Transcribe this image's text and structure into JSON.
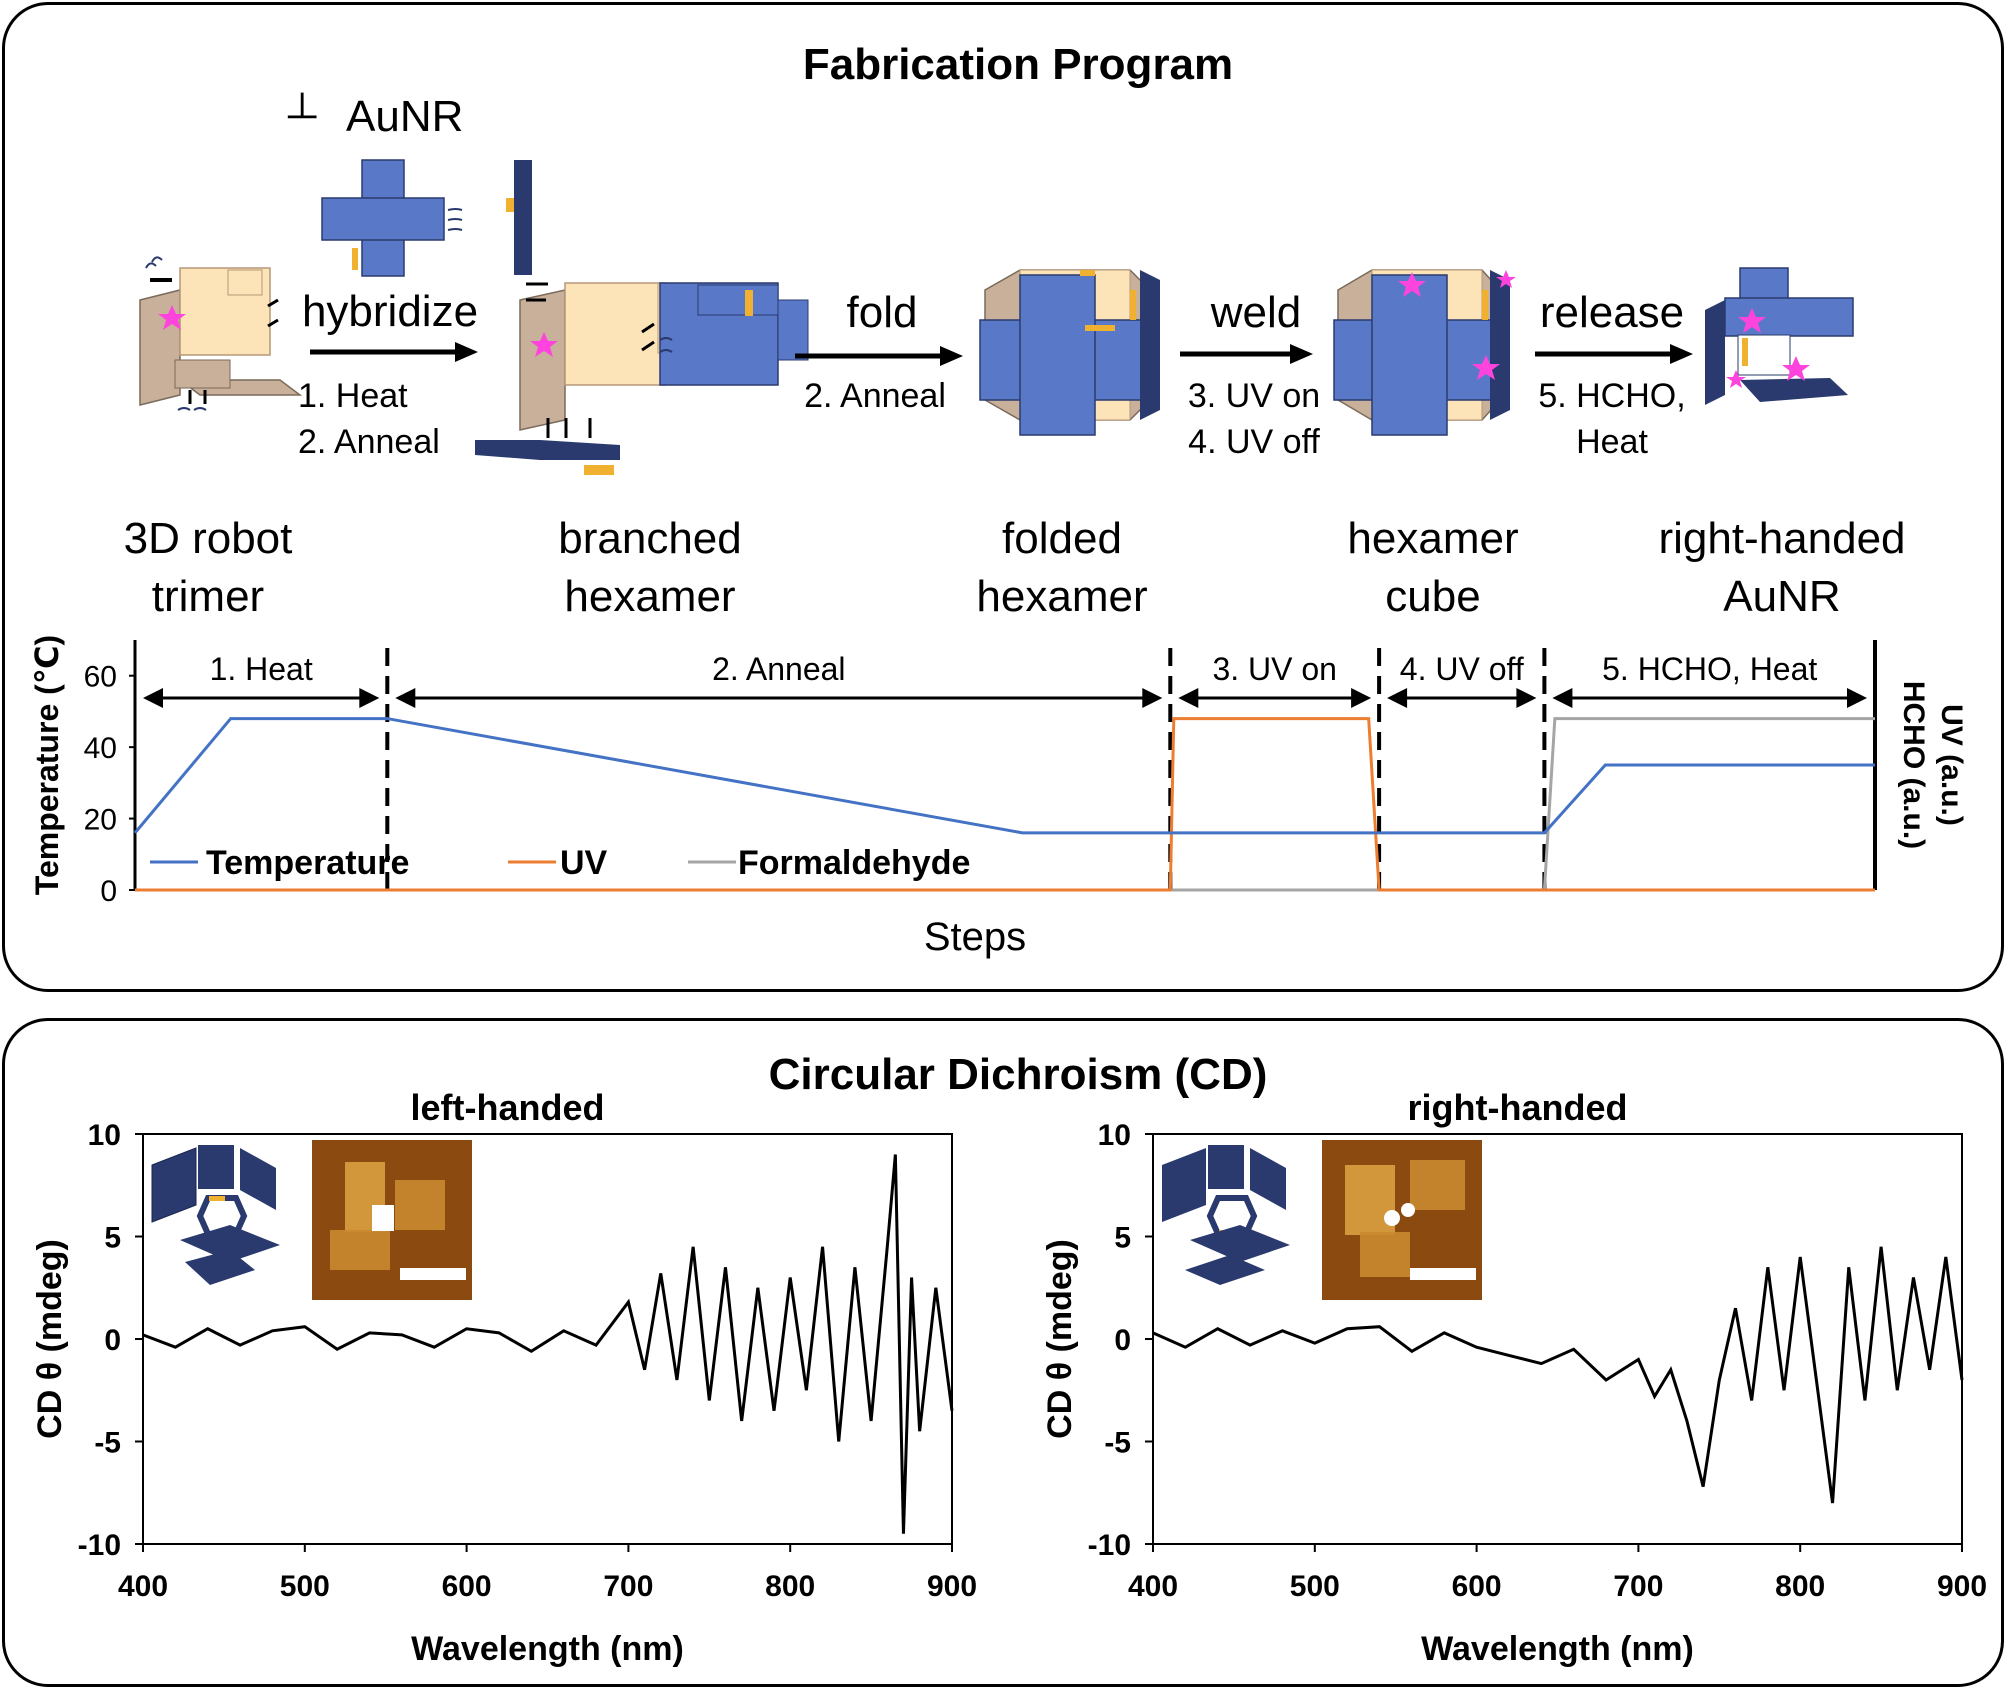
{
  "fabrication": {
    "title": "Fabrication Program",
    "reagent_symbol": "┴",
    "reagent_label": "AuNR",
    "stages": [
      {
        "line1": "3D robot",
        "line2": "trimer"
      },
      {
        "line1": "branched",
        "line2": "hexamer"
      },
      {
        "line1": "folded",
        "line2": "hexamer"
      },
      {
        "line1": "hexamer",
        "line2": "cube"
      },
      {
        "line1": "right-handed",
        "line2": "AuNR"
      }
    ],
    "transitions": [
      {
        "word": "hybridize",
        "step1": "1. Heat",
        "step2": "2. Anneal"
      },
      {
        "word": "fold",
        "step1": "2. Anneal",
        "step2": ""
      },
      {
        "word": "weld",
        "step1": "3. UV on",
        "step2": "4. UV off"
      },
      {
        "word": "release",
        "step1": "5. HCHO,",
        "step2": "Heat"
      }
    ]
  },
  "colors": {
    "temperature": "#4472c4",
    "uv": "#ed7d31",
    "formaldehyde": "#a5a5a5",
    "origami_light": "#fde4b8",
    "origami_tan": "#c9b09a",
    "origami_blue": "#5a78c8",
    "origami_navy": "#2a3a6e",
    "aunr": "#f0b030",
    "dye": "#ff44dd",
    "afm_bg": "#8b4a10"
  },
  "chart_data": [
    {
      "type": "line",
      "xlabel": "Steps",
      "ylabel": "Temperature (℃)",
      "y2label": "UV (a.u.)\nHCHO (a.u.)",
      "y2label_line1": "UV (a.u.)",
      "y2label_line2": "HCHO (a.u.)",
      "ylim": [
        0,
        70
      ],
      "yticks": [
        0,
        20,
        40,
        60
      ],
      "xlim": [
        0,
        100
      ],
      "grid": false,
      "legend": "bottom-left",
      "phases": [
        {
          "label": "1. Heat",
          "start": 0,
          "end": 14.5
        },
        {
          "label": "2. Anneal",
          "start": 14.5,
          "end": 59.5
        },
        {
          "label": "3. UV on",
          "start": 59.5,
          "end": 71.5
        },
        {
          "label": "4. UV off",
          "start": 71.5,
          "end": 81
        },
        {
          "label": "5. HCHO, Heat",
          "start": 81,
          "end": 100
        }
      ],
      "series": [
        {
          "name": "Temperature",
          "x": [
            0,
            5.5,
            14.5,
            51,
            81,
            84.5,
            100
          ],
          "values": [
            16,
            48,
            48,
            16,
            16,
            35,
            35
          ]
        },
        {
          "name": "UV",
          "x": [
            0,
            59.5,
            59.7,
            70.9,
            71.5,
            100
          ],
          "values": [
            0,
            0,
            48,
            48,
            0,
            0
          ]
        },
        {
          "name": "Formaldehyde",
          "x": [
            0,
            81,
            81.6,
            100
          ],
          "values": [
            0,
            0,
            48,
            48
          ]
        }
      ]
    },
    {
      "type": "line",
      "panel_title": "Circular Dichroism (CD)",
      "title": "left-handed",
      "xlabel": "Wavelength (nm)",
      "ylabel": "CD θ (mdeg)",
      "xlim": [
        400,
        900
      ],
      "ylim": [
        -10,
        10
      ],
      "xticks": [
        400,
        500,
        600,
        700,
        800,
        900
      ],
      "yticks": [
        10,
        5,
        0,
        -5,
        -10
      ],
      "series": [
        {
          "name": "",
          "x": [
            400,
            420,
            440,
            460,
            480,
            500,
            520,
            540,
            560,
            580,
            600,
            620,
            640,
            660,
            680,
            700,
            710,
            720,
            730,
            740,
            750,
            760,
            770,
            780,
            790,
            800,
            810,
            820,
            830,
            840,
            850,
            860,
            865,
            870,
            875,
            880,
            890,
            900
          ],
          "values": [
            0.2,
            -0.4,
            0.5,
            -0.3,
            0.4,
            0.6,
            -0.5,
            0.3,
            0.2,
            -0.4,
            0.5,
            0.3,
            -0.6,
            0.4,
            -0.3,
            1.8,
            -1.5,
            3.2,
            -2.0,
            4.5,
            -3.0,
            3.5,
            -4.0,
            2.5,
            -3.5,
            3.0,
            -2.5,
            4.5,
            -5.0,
            3.5,
            -4.0,
            4.5,
            9.0,
            -9.5,
            3.0,
            -4.5,
            2.5,
            -3.5
          ]
        }
      ]
    },
    {
      "type": "line",
      "title": "right-handed",
      "xlabel": "Wavelength (nm)",
      "ylabel": "CD θ (mdeg)",
      "xlim": [
        400,
        900
      ],
      "ylim": [
        -10,
        10
      ],
      "xticks": [
        400,
        500,
        600,
        700,
        800,
        900
      ],
      "yticks": [
        10,
        5,
        0,
        -5,
        -10
      ],
      "series": [
        {
          "name": "",
          "x": [
            400,
            420,
            440,
            460,
            480,
            500,
            520,
            540,
            560,
            580,
            600,
            620,
            640,
            660,
            680,
            700,
            710,
            720,
            730,
            740,
            750,
            760,
            770,
            780,
            790,
            800,
            810,
            820,
            830,
            840,
            850,
            860,
            870,
            880,
            890,
            900
          ],
          "values": [
            0.3,
            -0.4,
            0.5,
            -0.3,
            0.4,
            -0.2,
            0.5,
            0.6,
            -0.6,
            0.3,
            -0.4,
            -0.8,
            -1.2,
            -0.5,
            -2.0,
            -1.0,
            -2.8,
            -1.5,
            -4.0,
            -7.2,
            -2.0,
            1.5,
            -3.0,
            3.5,
            -2.5,
            4.0,
            -2.0,
            -8.0,
            3.5,
            -3.0,
            4.5,
            -2.5,
            3.0,
            -1.5,
            4.0,
            -2.0
          ]
        }
      ]
    }
  ]
}
